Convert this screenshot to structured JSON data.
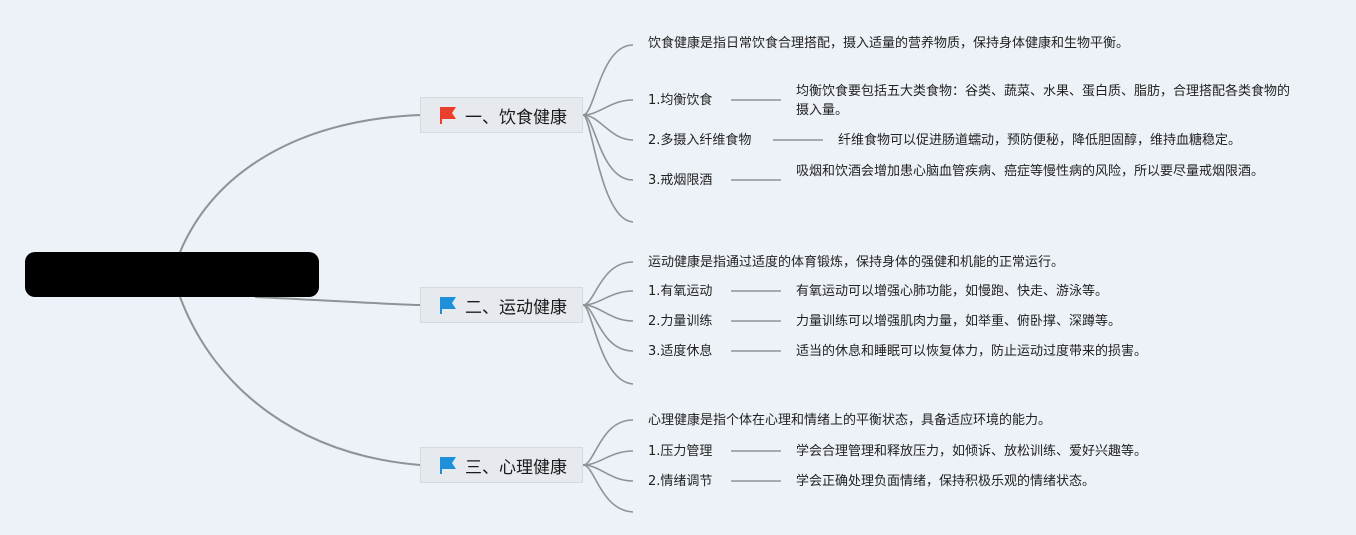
{
  "root": {
    "label": ""
  },
  "colors": {
    "flag1": "#e8402c",
    "flag2": "#1f8fd8",
    "flag3": "#1f8fd8",
    "line": "#8e9398"
  },
  "nodes": [
    {
      "label": "一、饮食健康",
      "flag_icon": "red-flag-icon",
      "summary": "饮食健康是指日常饮食合理搭配，摄入适量的营养物质，保持身体健康和生物平衡。",
      "items": [
        {
          "label": "1.均衡饮食",
          "detail": "均衡饮食要包括五大类食物：谷类、蔬菜、水果、蛋白质、脂肪，合理搭配各类食物的摄入量。"
        },
        {
          "label": "2.多摄入纤维食物",
          "detail": "纤维食物可以促进肠道蠕动，预防便秘，降低胆固醇，维持血糖稳定。"
        },
        {
          "label": "3.戒烟限酒",
          "detail": "吸烟和饮酒会增加患心脑血管疾病、癌症等慢性病的风险，所以要尽量戒烟限酒。"
        }
      ]
    },
    {
      "label": "二、运动健康",
      "flag_icon": "blue-flag-icon",
      "summary": "运动健康是指通过适度的体育锻炼，保持身体的强健和机能的正常运行。",
      "items": [
        {
          "label": "1.有氧运动",
          "detail": "有氧运动可以增强心肺功能，如慢跑、快走、游泳等。"
        },
        {
          "label": "2.力量训练",
          "detail": "力量训练可以增强肌肉力量，如举重、俯卧撑、深蹲等。"
        },
        {
          "label": "3.适度休息",
          "detail": "适当的休息和睡眠可以恢复体力，防止运动过度带来的损害。"
        }
      ]
    },
    {
      "label": "三、心理健康",
      "flag_icon": "blue-flag-icon",
      "summary": "心理健康是指个体在心理和情绪上的平衡状态，具备适应环境的能力。",
      "items": [
        {
          "label": "1.压力管理",
          "detail": "学会合理管理和释放压力，如倾诉、放松训练、爱好兴趣等。"
        },
        {
          "label": "2.情绪调节",
          "detail": "学会正确处理负面情绪，保持积极乐观的情绪状态。"
        }
      ]
    }
  ]
}
